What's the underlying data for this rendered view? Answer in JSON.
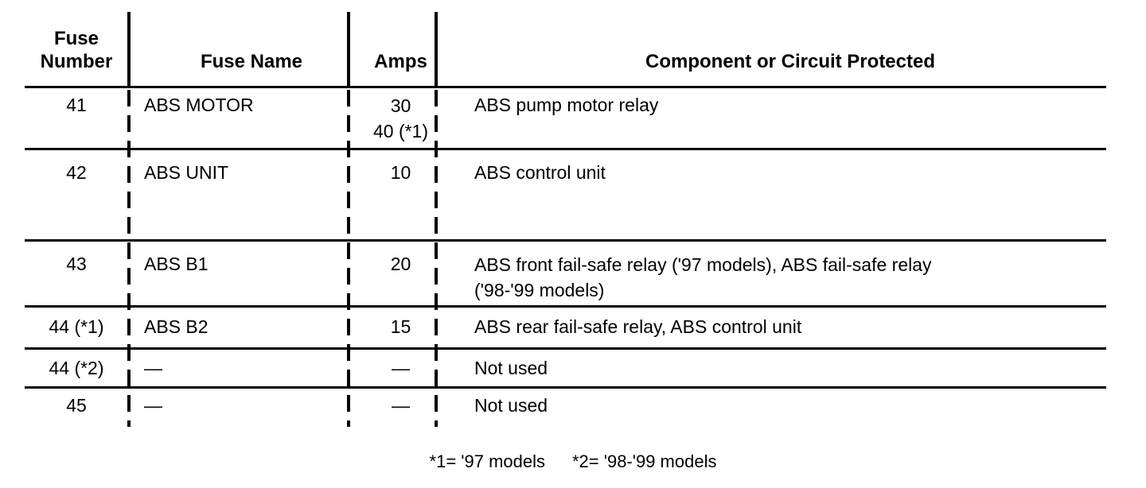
{
  "table": {
    "columns": [
      {
        "key": "fuse_number",
        "header": "Fuse\nNumber"
      },
      {
        "key": "fuse_name",
        "header": "Fuse Name"
      },
      {
        "key": "amps",
        "header": "Amps"
      },
      {
        "key": "component",
        "header": "Component or Circuit Protected"
      }
    ],
    "rows": [
      {
        "fuse_number": "41",
        "fuse_name": "ABS MOTOR",
        "amps": "30\n40 (*1)",
        "component": "ABS pump motor relay"
      },
      {
        "fuse_number": "42",
        "fuse_name": "ABS UNIT",
        "amps": "10",
        "component": "ABS control unit"
      },
      {
        "fuse_number": "43",
        "fuse_name": "ABS B1",
        "amps": "20",
        "component": "ABS front fail-safe relay ('97 models), ABS fail-safe relay\n('98-'99 models)"
      },
      {
        "fuse_number": "44 (*1)",
        "fuse_name": "ABS B2",
        "amps": "15",
        "component": "ABS rear fail-safe relay, ABS control unit"
      },
      {
        "fuse_number": "44 (*2)",
        "fuse_name": "—",
        "amps": "—",
        "component": "Not used"
      },
      {
        "fuse_number": "45",
        "fuse_name": "—",
        "amps": "—",
        "component": "Not used"
      }
    ]
  },
  "footnotes": {
    "note1": "*1=  '97 models",
    "note2": "*2=  '98-'99 models"
  },
  "colors": {
    "ink": "#000000",
    "paper": "#ffffff"
  }
}
